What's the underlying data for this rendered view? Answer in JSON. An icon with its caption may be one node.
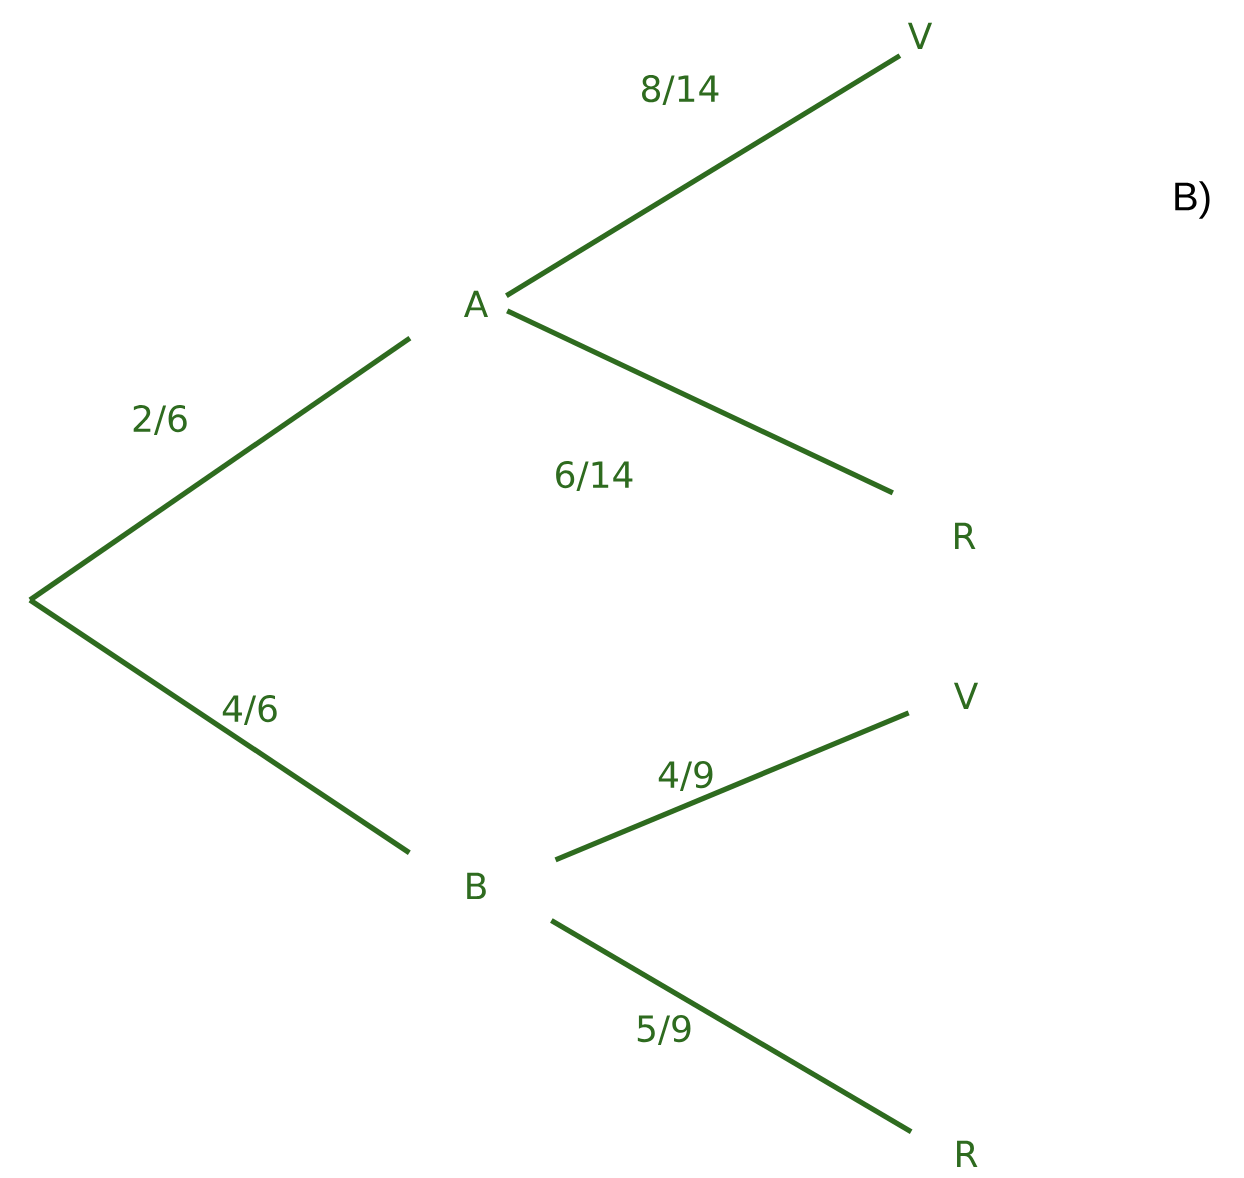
{
  "diagram": {
    "nodes": [
      {
        "text": [
          "A"
        ]
      },
      {
        "text": [
          "B"
        ]
      },
      {
        "text": [
          "V"
        ]
      },
      {
        "text": [
          "R"
        ]
      },
      {
        "text": [
          "V"
        ]
      },
      {
        "text": [
          "R"
        ]
      }
    ],
    "edges": [
      {
        "from": null,
        "to": 0,
        "arrow": "none",
        "label": "2/6"
      },
      {
        "from": null,
        "to": 1,
        "arrow": "none",
        "label": "4/6"
      },
      {
        "from": 0,
        "to": 2,
        "arrow": "none",
        "label": "8/14"
      },
      {
        "from": 0,
        "to": 3,
        "arrow": "none",
        "label": "6/14"
      },
      {
        "from": 1,
        "to": 4,
        "arrow": "none",
        "label": "4/9"
      },
      {
        "from": 1,
        "to": 5,
        "arrow": "none",
        "label": "5/9"
      }
    ],
    "labels": [
      "B)"
    ]
  }
}
